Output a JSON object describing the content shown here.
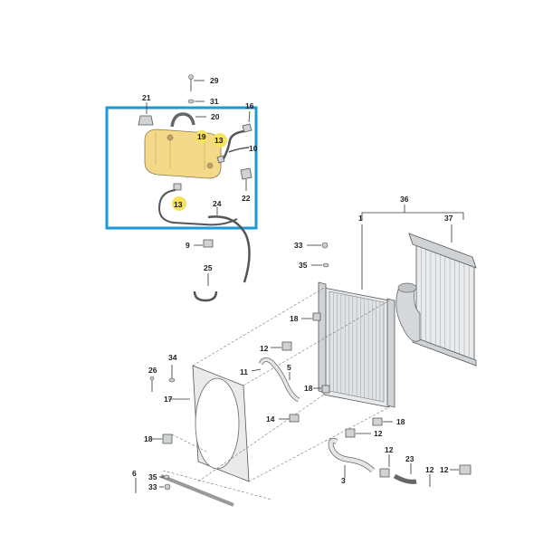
{
  "highlight_color": "#1a9ad6",
  "tank_color": "#f4d98a",
  "callout_color": "#f7e25a",
  "labels": {
    "p1": "1",
    "p3": "3",
    "p5": "5",
    "p6": "6",
    "p9": "9",
    "p10": "10",
    "p11": "11",
    "p12a": "12",
    "p12b": "12",
    "p12c": "12",
    "p12d": "12",
    "p13a": "13",
    "p13b": "13",
    "p14": "14",
    "p16": "16",
    "p17": "17",
    "p18a": "18",
    "p18b": "18",
    "p18c": "18",
    "p18d": "18",
    "p19": "19",
    "p20": "20",
    "p21": "21",
    "p22": "22",
    "p23": "23",
    "p24": "24",
    "p25": "25",
    "p26": "26",
    "p29": "29",
    "p31": "31",
    "p33a": "33",
    "p33b": "33",
    "p34": "34",
    "p35a": "35",
    "p35b": "35",
    "p36": "36",
    "p37": "37"
  }
}
